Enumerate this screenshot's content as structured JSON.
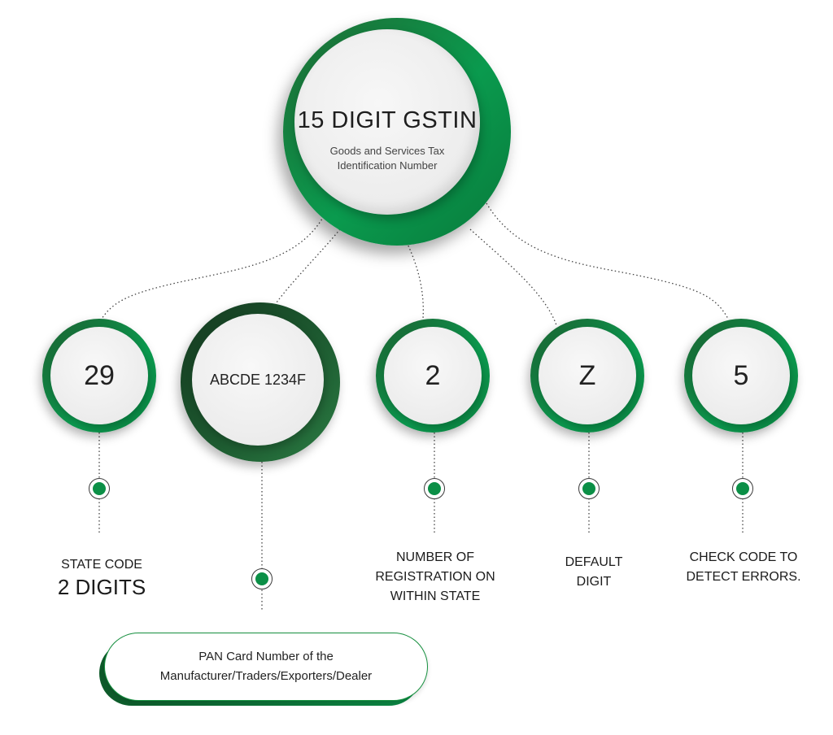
{
  "main": {
    "title": "15 DIGIT GSTIN",
    "subtitle_line1": "Goods and Services Tax",
    "subtitle_line2": "Identification Number"
  },
  "segments": [
    {
      "value": "29",
      "label_line1": "STATE CODE",
      "label_line2": "2 DIGITS"
    },
    {
      "value": "ABCDE 1234F",
      "label_line1": "PAN Card Number of the",
      "label_line2": "Manufacturer/Traders/Exporters/Dealer"
    },
    {
      "value": "2",
      "label_line1": "NUMBER OF",
      "label_line2": "REGISTRATION ON",
      "label_line3": "WITHIN STATE"
    },
    {
      "value": "Z",
      "label_line1": "DEFAULT",
      "label_line2": "DIGIT"
    },
    {
      "value": "5",
      "label_line1": "CHECK CODE TO",
      "label_line2": "DETECT ERRORS."
    }
  ],
  "colors": {
    "accent": "#0b8f46",
    "accent_dark": "#1c5f30",
    "connector": "#444444"
  }
}
